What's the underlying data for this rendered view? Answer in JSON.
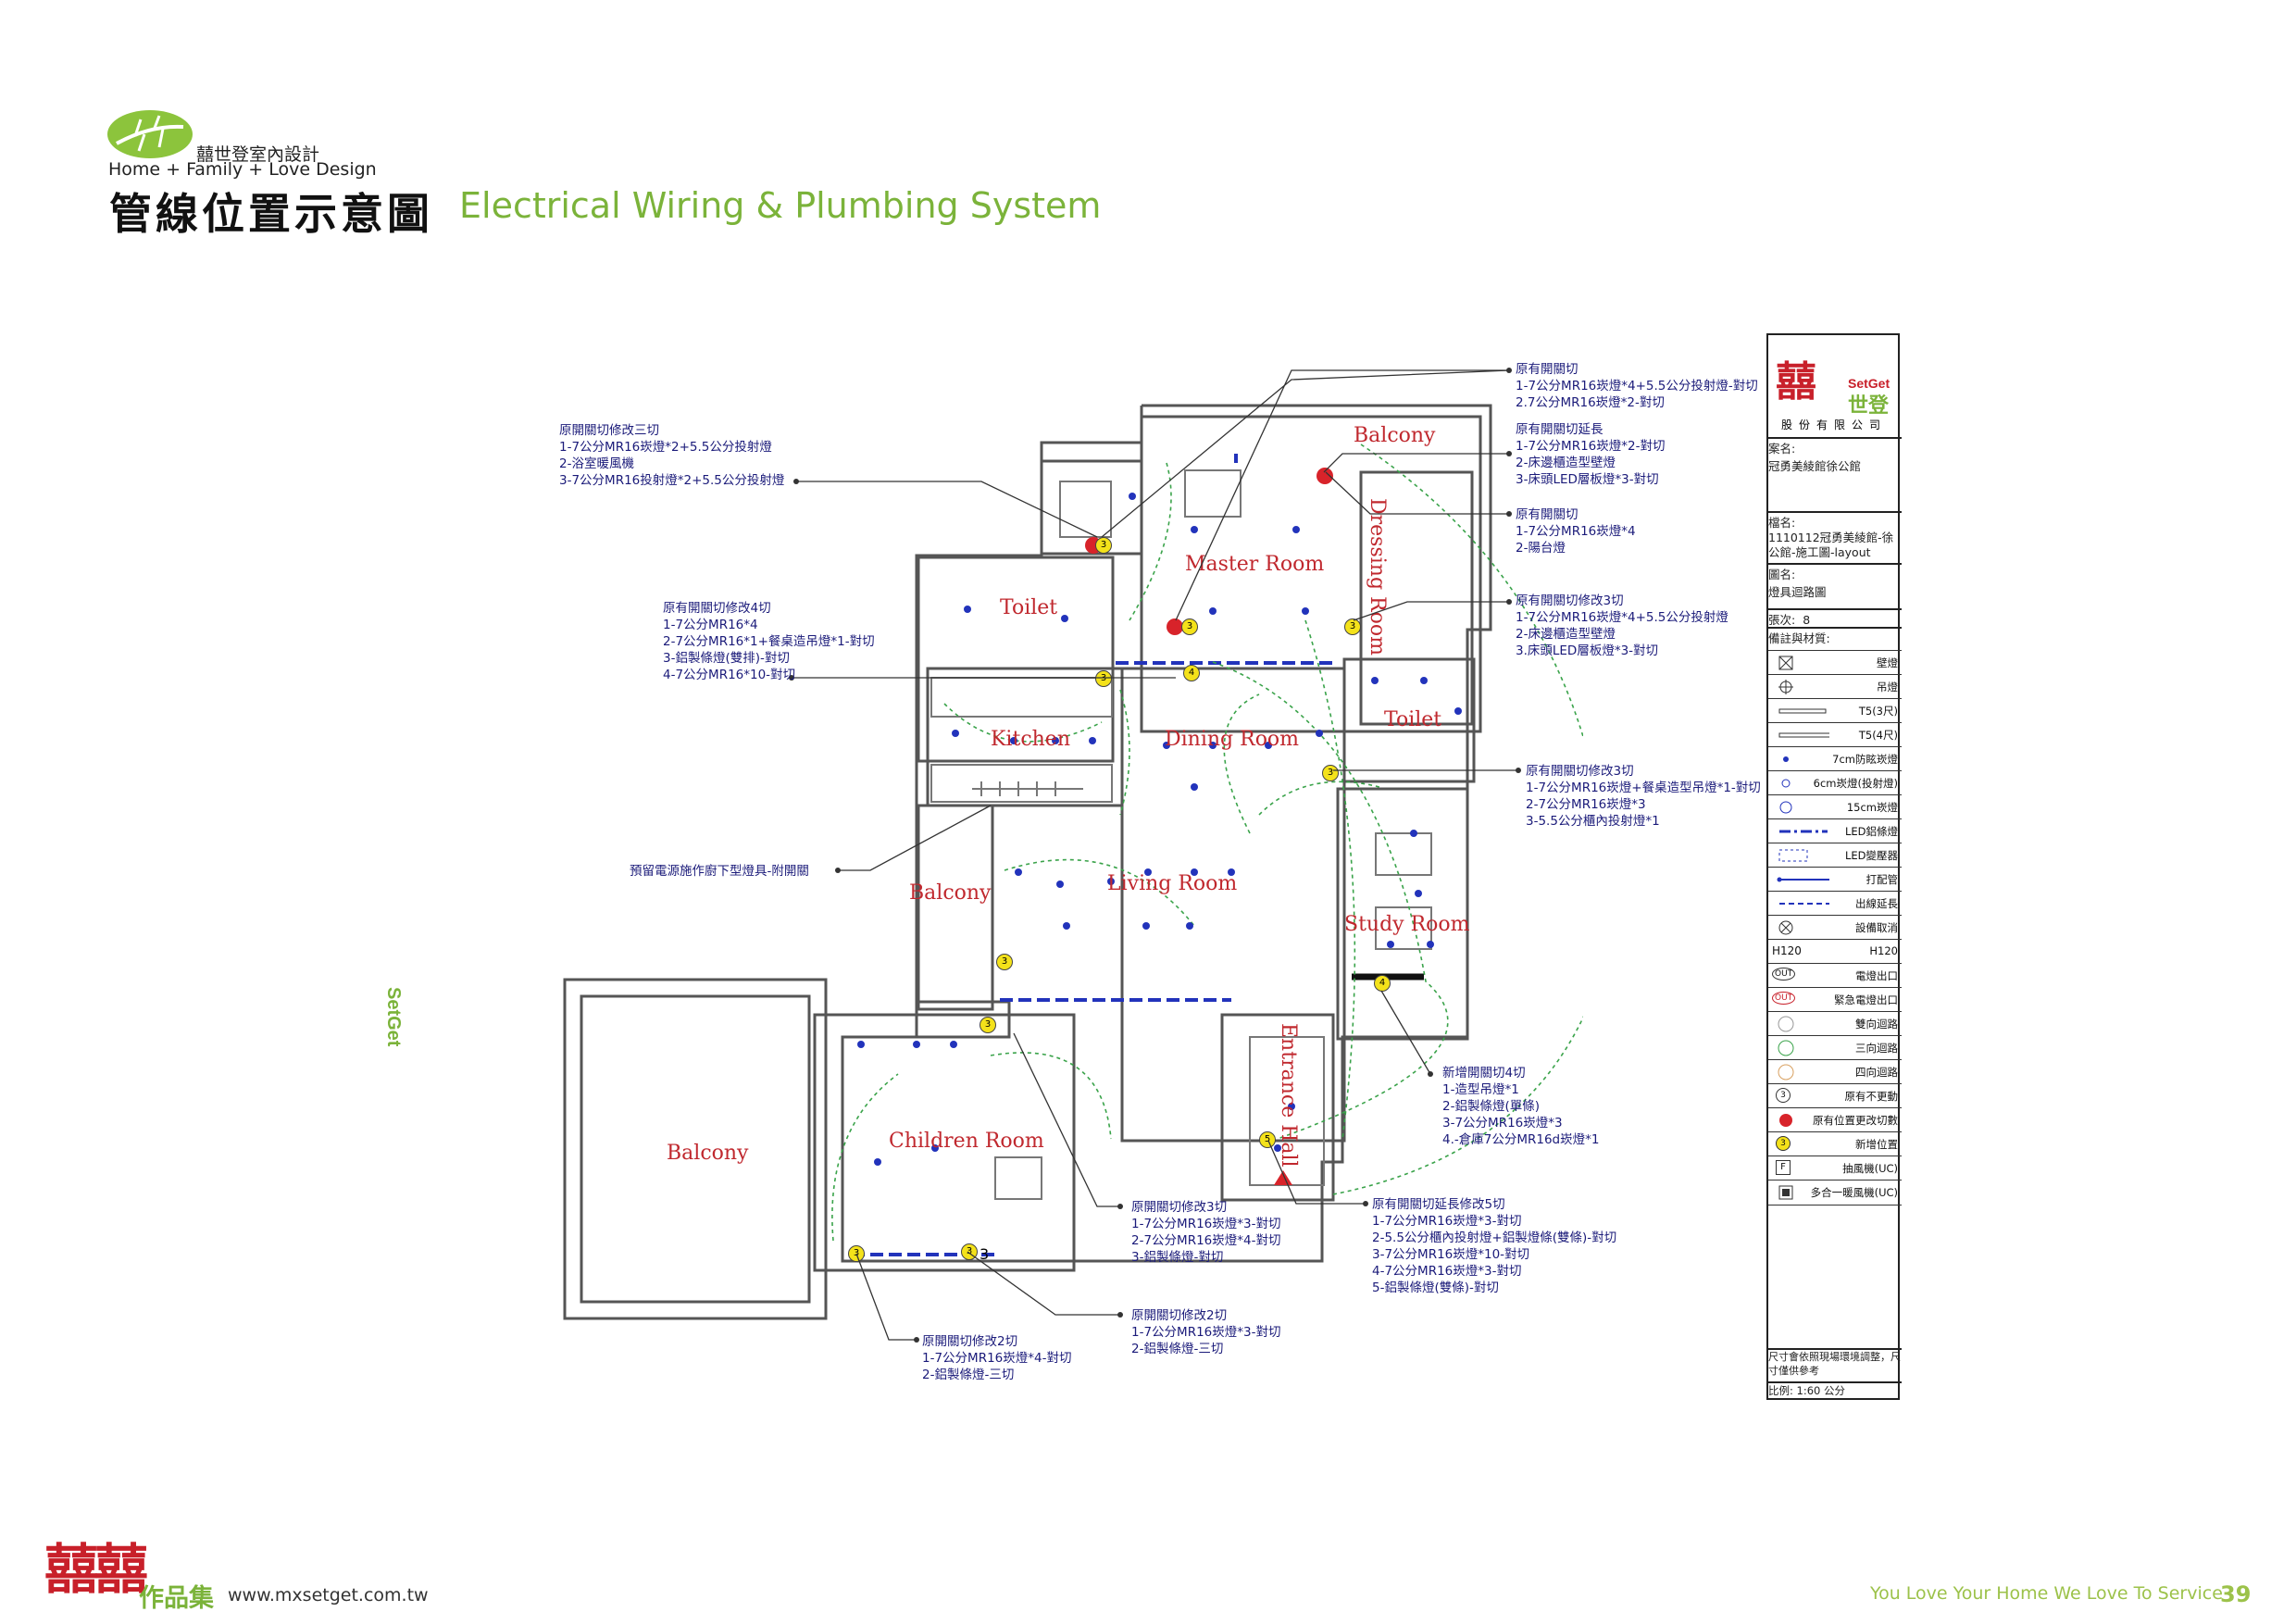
{
  "header": {
    "brand_cn": "囍世登室內設計",
    "brand_en": "Home + Family + Love Design",
    "title_cn": "管線位置示意圖",
    "title_en": "Electrical Wiring & Plumbing System"
  },
  "side_logo": "SetGet",
  "rooms": {
    "balcony_top": "Balcony",
    "master": "Master Room",
    "dressing": "Dressing Room",
    "toilet_left": "Toilet",
    "toilet_right": "Toilet",
    "kitchen": "Kitchen",
    "dining": "Dining Room",
    "balcony_mid": "Balcony",
    "living": "Living Room",
    "study": "Study Room",
    "entrance": "Entrance Hall",
    "balcony_left": "Balcony",
    "children": "Children Room"
  },
  "notes": {
    "n1": [
      "原開關切修改三切",
      "1-7公分MR16崁燈*2+5.5公分投射燈",
      "2-浴室暖風機",
      "3-7公分MR16投射燈*2+5.5公分投射燈"
    ],
    "n2": [
      "原有開關切修改4切",
      "1-7公分MR16*4",
      "2-7公分MR16*1+餐桌造吊燈*1-對切",
      "3-鋁製條燈(雙排)-對切",
      "4-7公分MR16*10-對切"
    ],
    "n3": [
      "預留電源施作廚下型燈具-附開關"
    ],
    "n4": [
      "原有開關切",
      "1-7公分MR16崁燈*4+5.5公分投射燈-對切",
      "2.7公分MR16崁燈*2-對切"
    ],
    "n5": [
      "原有開關切延長",
      "1-7公分MR16崁燈*2-對切",
      "2-床邊櫃造型壁燈",
      "3-床頭LED層板燈*3-對切"
    ],
    "n6": [
      "原有開關切",
      "1-7公分MR16崁燈*4",
      "2-陽台燈"
    ],
    "n7": [
      "原有開關切修改3切",
      "1-7公分MR16崁燈*4+5.5公分投射燈",
      "2-床邊櫃造型壁燈",
      "3.床頭LED層板燈*3-對切"
    ],
    "n8": [
      "原有開關切修改3切",
      "1-7公分MR16崁燈+餐桌造型吊燈*1-對切",
      "2-7公分MR16崁燈*3",
      "3-5.5公分櫃內投射燈*1"
    ],
    "n9": [
      "新增開關切4切",
      "1-造型吊燈*1",
      "2-鋁製條燈(單條)",
      "3-7公分MR16崁燈*3",
      "4.-倉庫7公分MR16d崁燈*1"
    ],
    "n10": [
      "原有開關切延長修改5切",
      "1-7公分MR16崁燈*3-對切",
      "2-5.5公分櫃內投射燈+鋁製燈條(雙條)-對切",
      "3-7公分MR16崁燈*10-對切",
      "4-7公分MR16崁燈*3-對切",
      "5-鋁製條燈(雙條)-對切"
    ],
    "n11": [
      "原開關切修改3切",
      "1-7公分MR16崁燈*3-對切",
      "2-7公分MR16崁燈*4-對切",
      "3-鋁製條燈-對切"
    ],
    "n12": [
      "原開關切修改2切",
      "1-7公分MR16崁燈*3-對切",
      "2-鋁製條燈-三切"
    ],
    "n13": [
      "原開關切修改2切",
      "1-7公分MR16崁燈*4-對切",
      "2-鋁製條燈-三切"
    ]
  },
  "title_block": {
    "logo_text": "SetGet",
    "logo_cn": "世登",
    "company": "股份有限公司",
    "case_label": "案名:",
    "case_value": "冠勇美綾館徐公館",
    "file_label": "檔名:",
    "file_value": "1110112冠勇美綾館-徐公館-施工圖-layout",
    "drawing_label": "圖名:",
    "drawing_value": "燈具迴路圖",
    "sheet_label": "張次:",
    "sheet_value": "8",
    "remark_label": "備註與材質:",
    "disclaimer": "尺寸會依照現場環境調整，尺寸僅供參考",
    "scale": "比例: 1:60 公分"
  },
  "legend": [
    {
      "icon": "wall-lamp-icon",
      "label": "壁燈"
    },
    {
      "icon": "pendant-lamp-icon",
      "label": "吊燈"
    },
    {
      "icon": "t5-3ft-icon",
      "label": "T5(3尺)"
    },
    {
      "icon": "t5-4ft-icon",
      "label": "T5(4尺)"
    },
    {
      "icon": "downlight-7cm-icon",
      "label": "7cm防眩崁燈"
    },
    {
      "icon": "spotlight-6cm-icon",
      "label": "6cm崁燈(投射燈)"
    },
    {
      "icon": "downlight-15cm-icon",
      "label": "15cm崁燈"
    },
    {
      "icon": "led-strip-icon",
      "label": "LED鋁條燈"
    },
    {
      "icon": "led-transformer-icon",
      "label": "LED變壓器"
    },
    {
      "icon": "conduit-icon",
      "label": "打配管"
    },
    {
      "icon": "extension-icon",
      "label": "出線延長"
    },
    {
      "icon": "cancel-icon",
      "label": "設備取消"
    },
    {
      "icon": "h120-icon",
      "label": "H120",
      "sym_text": "H120"
    },
    {
      "icon": "outlet-icon",
      "label": "電燈出口",
      "sym_text": "OUT"
    },
    {
      "icon": "emergency-outlet-icon",
      "label": "緊急電燈出口",
      "sym_text": "OUT"
    },
    {
      "icon": "two-way-icon",
      "label": "雙向迴路"
    },
    {
      "icon": "three-way-icon",
      "label": "三向迴路"
    },
    {
      "icon": "four-way-icon",
      "label": "四向迴路"
    },
    {
      "icon": "unchanged-icon",
      "label": "原有不更動",
      "sym_text": "3"
    },
    {
      "icon": "relocated-switch-icon",
      "label": "原有位置更改切數"
    },
    {
      "icon": "new-switch-icon",
      "label": "新增位置",
      "sym_text": "3"
    },
    {
      "icon": "exhaust-fan-icon",
      "label": "抽風機(UC)",
      "sym_text": "F"
    },
    {
      "icon": "combo-fan-icon",
      "label": "多合一暖風機(UC)"
    }
  ],
  "switch_labels": [
    "3",
    "3",
    "3",
    "4",
    "3",
    "3",
    "4",
    "3",
    "5",
    "3",
    "3",
    "3",
    "3"
  ],
  "footer": {
    "logo_text": "作品集",
    "url": "www.mxsetget.com.tw",
    "slogan": "You Love Your Home We Love To Service",
    "page": "39"
  },
  "colors": {
    "brand_green": "#7bb33a",
    "room_red": "#c0282e",
    "note_blue": "#1b1b7a",
    "circuit_green": "#3aa34a",
    "switch_yellow": "#f4e21a",
    "logo_red": "#c8202a"
  }
}
